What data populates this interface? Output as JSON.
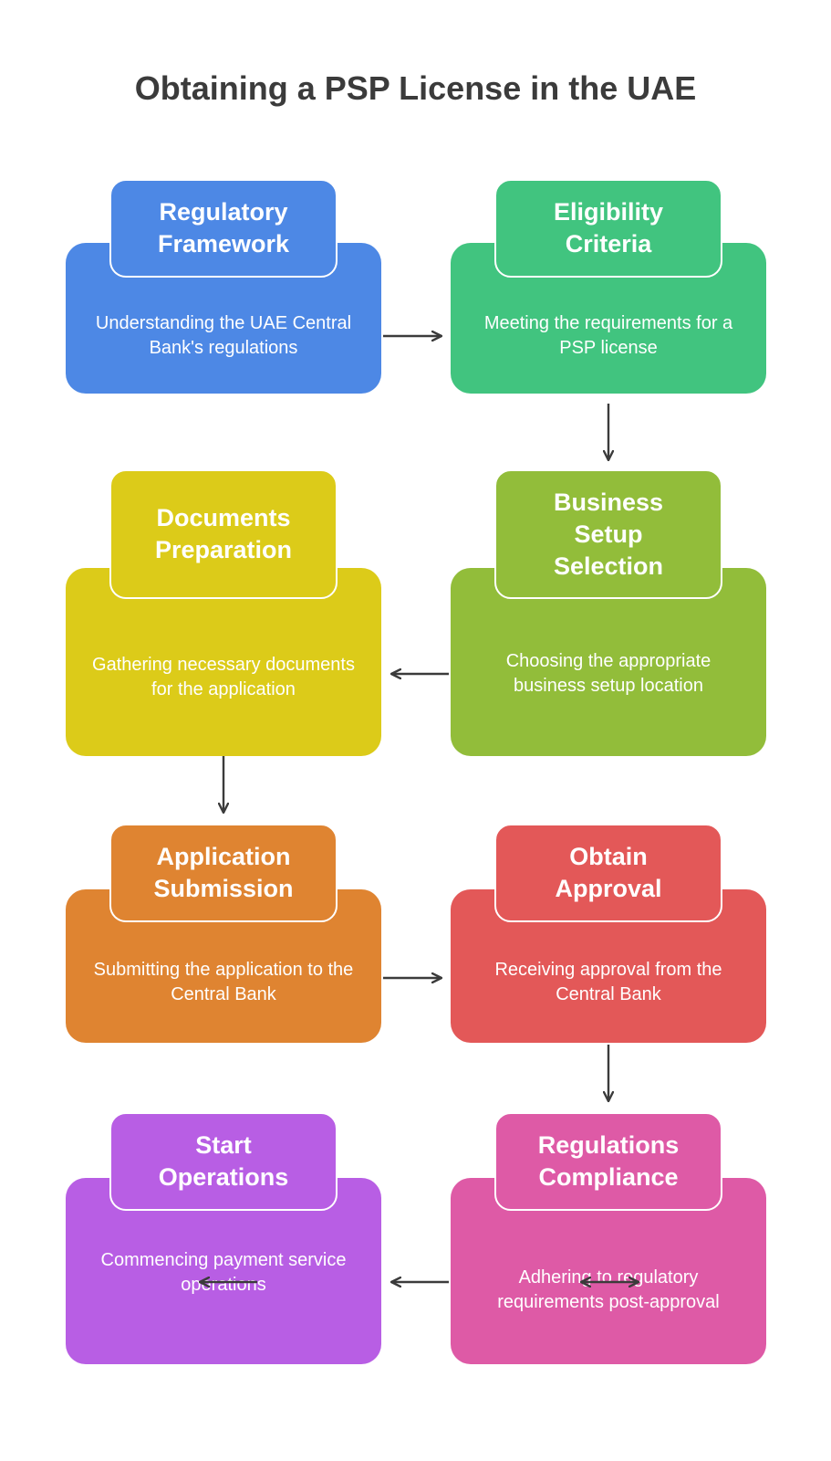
{
  "title": "Obtaining a PSP License in the UAE",
  "colors": {
    "blue": "#4d88e5",
    "green": "#41c47f",
    "olive": "#92bd3a",
    "yellow": "#dccb19",
    "orange": "#df8431",
    "red": "#e35858",
    "pink": "#de5aa6",
    "purple": "#b85ee4",
    "arrow": "#3b3b3b"
  },
  "steps": [
    {
      "title": "Regulatory Framework",
      "description": "Understanding the UAE Central Bank's regulations"
    },
    {
      "title": "Eligibility Criteria",
      "description": "Meeting the requirements for a PSP license"
    },
    {
      "title": "Business Setup Selection",
      "description": "Choosing the appropriate business setup location"
    },
    {
      "title": "Documents Preparation",
      "description": "Gathering necessary documents for the application"
    },
    {
      "title": "Application Submission",
      "description": "Submitting the application to the Central Bank"
    },
    {
      "title": "Obtain Approval",
      "description": "Receiving approval from the Central Bank"
    },
    {
      "title": "Regulations Compliance",
      "description": "Adhering to regulatory requirements post-approval"
    },
    {
      "title": "Start Operations",
      "description": "Commencing payment service operations"
    }
  ]
}
